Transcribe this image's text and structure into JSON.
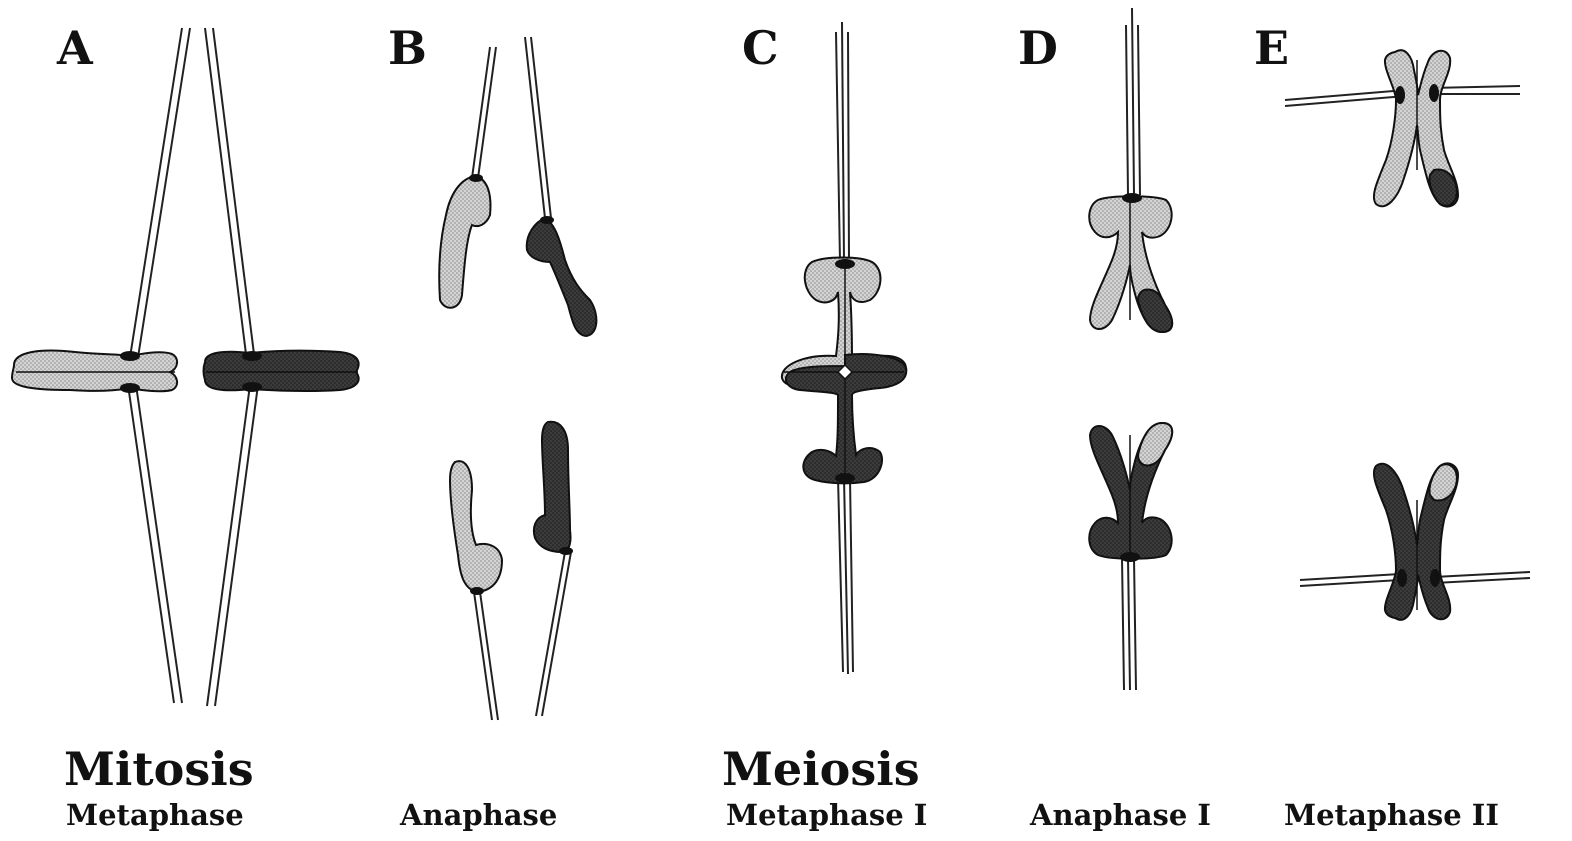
{
  "panels": [
    {
      "letter": "A",
      "stage": "Metaphase"
    },
    {
      "letter": "B",
      "stage": "Anaphase"
    },
    {
      "letter": "C",
      "stage": "Metaphase I"
    },
    {
      "letter": "D",
      "stage": "Anaphase I"
    },
    {
      "letter": "E",
      "stage": "Metaphase II"
    }
  ],
  "groups": {
    "mitosis": "Mitosis",
    "meiosis": "Meiosis"
  },
  "colors": {
    "light_chromosome": "#c9c9c9",
    "dark_chromosome": "#383838",
    "outline": "#111111",
    "spindle": "#222222"
  }
}
